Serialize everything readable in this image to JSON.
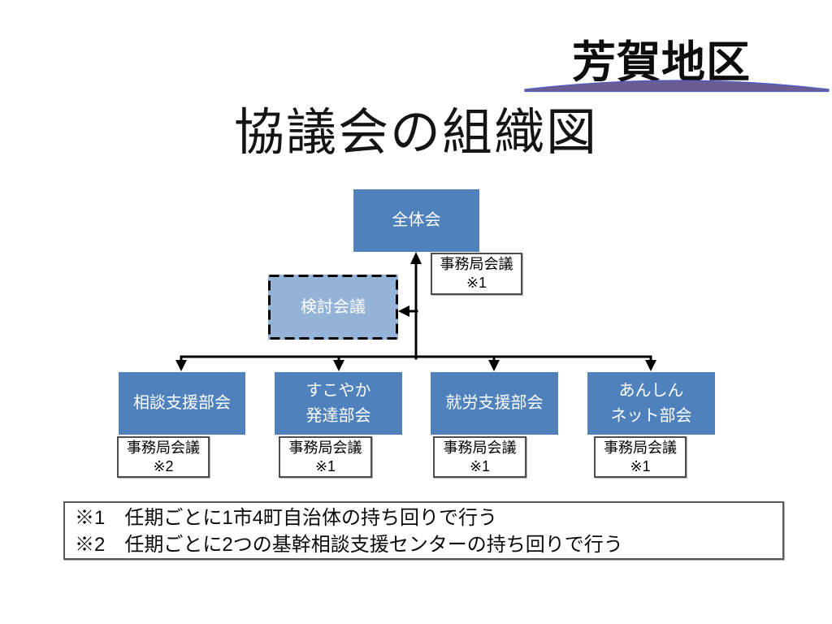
{
  "header": {
    "district_label": "芳賀地区",
    "title": "協議会の組織図"
  },
  "org_chart": {
    "root": {
      "label": "全体会"
    },
    "root_secretariat": {
      "title": "事務局会議",
      "note_ref": "※1"
    },
    "review_meeting": {
      "label": "検討会議"
    },
    "branches": [
      {
        "lines": [
          "相談支援部会"
        ],
        "secretariat": {
          "title": "事務局会議",
          "note_ref": "※2"
        }
      },
      {
        "lines": [
          "すこやか",
          "発達部会"
        ],
        "secretariat": {
          "title": "事務局会議",
          "note_ref": "※1"
        }
      },
      {
        "lines": [
          "就労支援部会"
        ],
        "secretariat": {
          "title": "事務局会議",
          "note_ref": "※1"
        }
      },
      {
        "lines": [
          "あんしん",
          "ネット部会"
        ],
        "secretariat": {
          "title": "事務局会議",
          "note_ref": "※1"
        }
      }
    ]
  },
  "footnotes": {
    "line1": "※1　任期ごとに1市4町自治体の持ち回りで行う",
    "line2": "※2　任期ごとに2つの基幹相談支援センターの持ち回りで行う"
  },
  "colors": {
    "committee_box_fill": "#4F81BD",
    "review_box_fill": "#95B3D7",
    "box_text": "#FFFFFF",
    "connector": "#000000",
    "white_box_border": "#4D4D4D",
    "swoosh_fill": "#6A5D94",
    "swoosh_outline": "#4A5FC4"
  }
}
